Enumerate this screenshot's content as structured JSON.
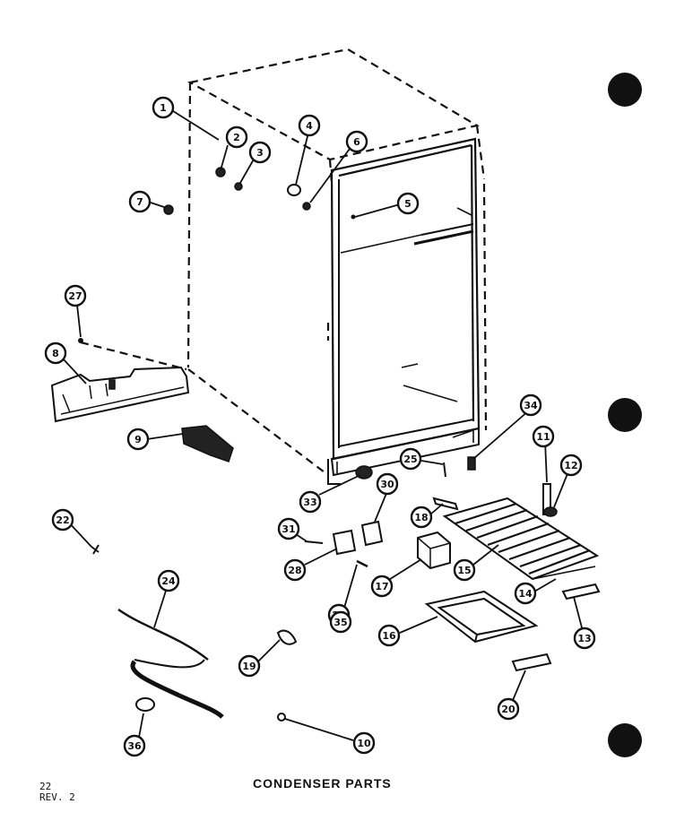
{
  "caption": "CONDENSER PARTS",
  "page": {
    "number": "22",
    "revision": "REV. 2"
  },
  "callouts": [
    {
      "id": "c1",
      "label": "1"
    },
    {
      "id": "c2",
      "label": "2"
    },
    {
      "id": "c3",
      "label": "3"
    },
    {
      "id": "c4",
      "label": "4"
    },
    {
      "id": "c5",
      "label": "5"
    },
    {
      "id": "c6",
      "label": "6"
    },
    {
      "id": "c7",
      "label": "7"
    },
    {
      "id": "c8",
      "label": "8"
    },
    {
      "id": "c9",
      "label": "9"
    },
    {
      "id": "c10",
      "label": "10"
    },
    {
      "id": "c11",
      "label": "11"
    },
    {
      "id": "c12",
      "label": "12"
    },
    {
      "id": "c13",
      "label": "13"
    },
    {
      "id": "c14",
      "label": "14"
    },
    {
      "id": "c15",
      "label": "15"
    },
    {
      "id": "c16",
      "label": "16"
    },
    {
      "id": "c17",
      "label": "17"
    },
    {
      "id": "c18",
      "label": "18"
    },
    {
      "id": "c19",
      "label": "19"
    },
    {
      "id": "c20",
      "label": "20"
    },
    {
      "id": "c22",
      "label": "22"
    },
    {
      "id": "c24",
      "label": "24"
    },
    {
      "id": "c25",
      "label": "25"
    },
    {
      "id": "c26",
      "label": "26"
    },
    {
      "id": "c27",
      "label": "27"
    },
    {
      "id": "c28",
      "label": "28"
    },
    {
      "id": "c30",
      "label": "30"
    },
    {
      "id": "c31",
      "label": "31"
    },
    {
      "id": "c33",
      "label": "33"
    },
    {
      "id": "c34",
      "label": "34"
    },
    {
      "id": "c35",
      "label": "35"
    },
    {
      "id": "c36",
      "label": "36"
    }
  ]
}
